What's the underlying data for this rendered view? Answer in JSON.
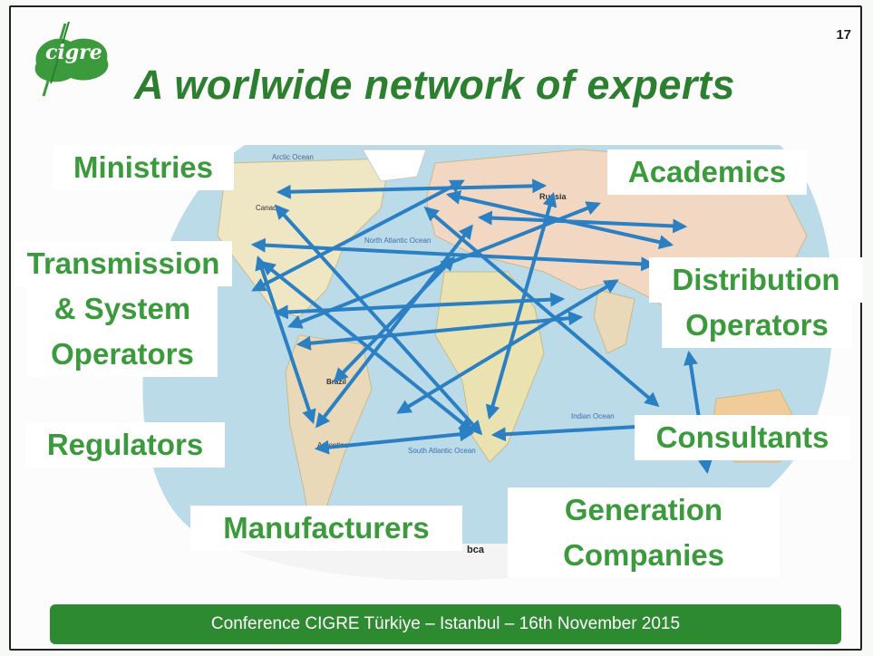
{
  "slide": {
    "page_number": "17",
    "logo_text": "cigre",
    "title": "A worlwide network of experts",
    "footer": "Conference CIGRE Türkiye – Istanbul – 16th November 2015"
  },
  "map": {
    "ocean_color": "#bcdbe9",
    "land_color": "#efe6c4",
    "arrow_color": "#2b7fc3",
    "region_labels": [
      "Arctic Ocean",
      "Canada",
      "Russia",
      "North Atlantic Ocean",
      "Brazil",
      "South Atlantic Ocean",
      "Indian Ocean",
      "Argentina"
    ],
    "bottom_text": "bca"
  },
  "labels": {
    "ministries": "Ministries",
    "academics": "Academics",
    "tso_1": "Transmission",
    "tso_2": "& System",
    "tso_3": "Operators",
    "dso_1": "Distribution",
    "dso_2": "Operators",
    "regulators": "Regulators",
    "consultants": "Consultants",
    "manufacturers": "Manufacturers",
    "gen_1": "Generation",
    "gen_2": "Companies"
  }
}
